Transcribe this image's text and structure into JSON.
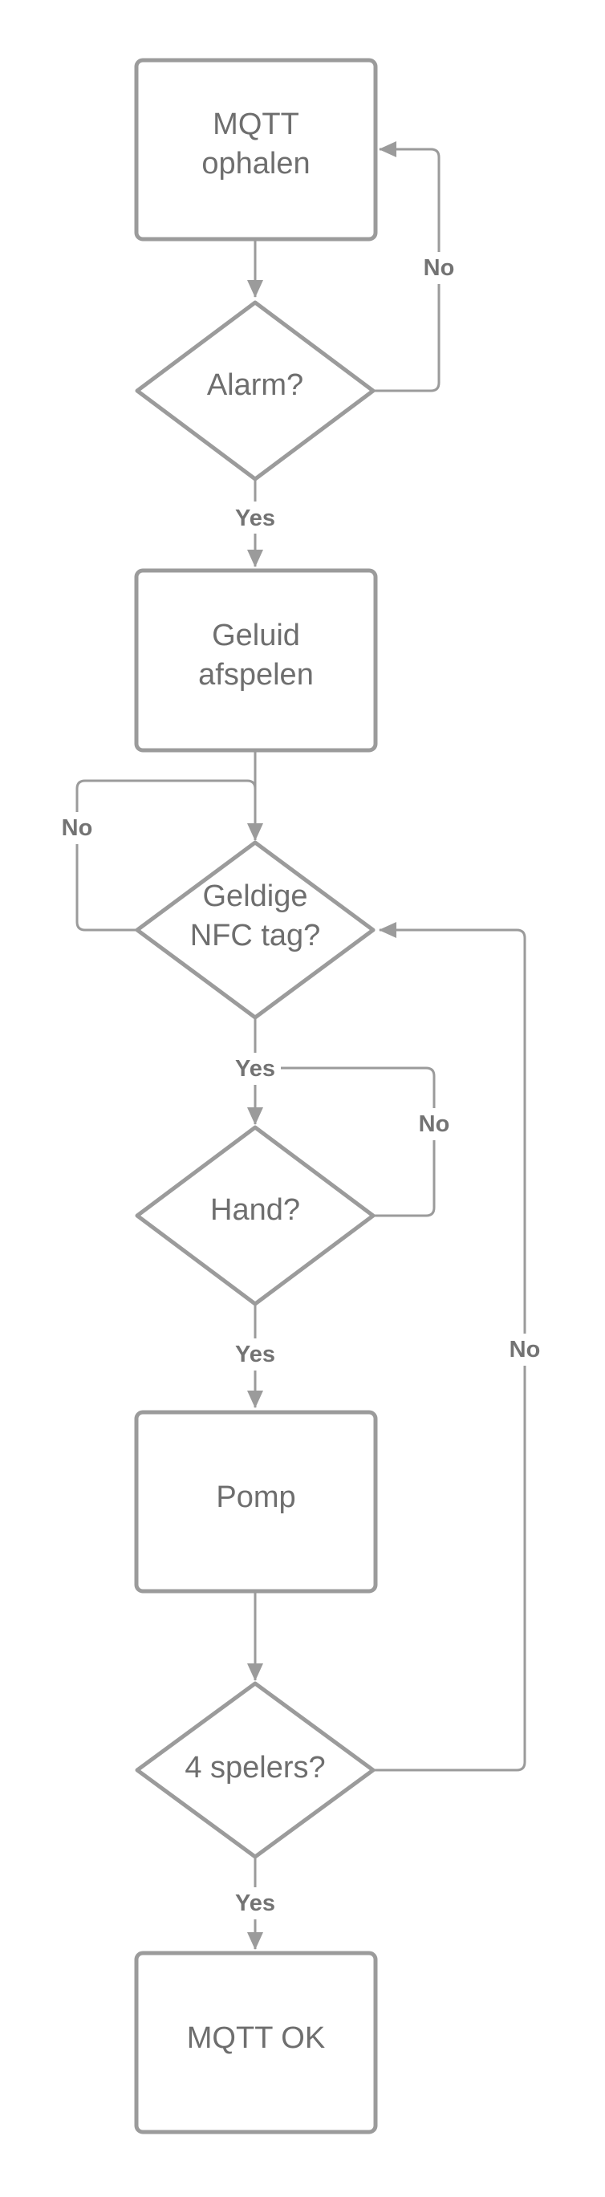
{
  "nodes": {
    "mqtt_ophalen": [
      "MQTT",
      "ophalen"
    ],
    "alarm": [
      "Alarm?"
    ],
    "geluid": [
      "Geluid",
      "afspelen"
    ],
    "nfc": [
      "Geldige",
      "NFC tag?"
    ],
    "hand": [
      "Hand?"
    ],
    "pomp": [
      "Pomp"
    ],
    "spelers": [
      "4 spelers?"
    ],
    "mqtt_ok": [
      "MQTT OK"
    ]
  },
  "edge_labels": {
    "alarm_no": "No",
    "alarm_yes": "Yes",
    "nfc_no": "No",
    "nfc_yes": "Yes",
    "hand_no": "No",
    "hand_yes": "Yes",
    "spelers_no": "No",
    "spelers_yes": "Yes"
  },
  "colors": {
    "stroke": "#9b9b9b",
    "text": "#6e6e6e"
  }
}
